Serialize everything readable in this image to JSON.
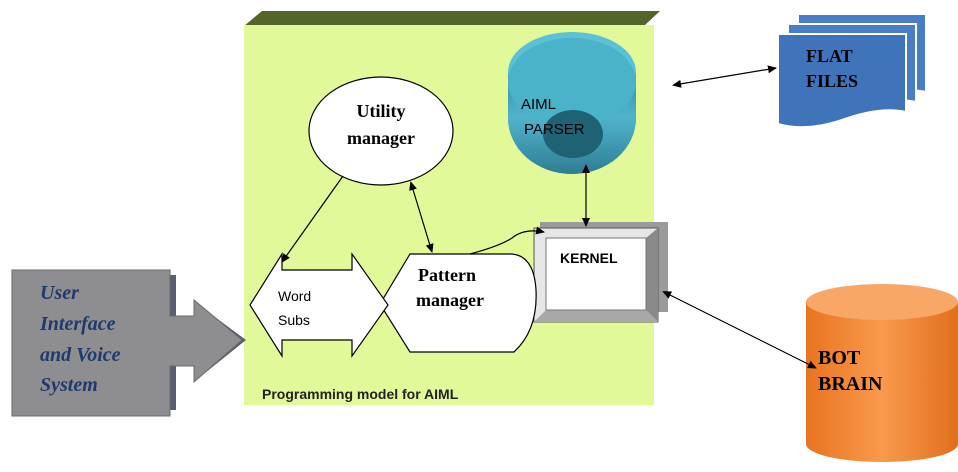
{
  "diagram": {
    "model_label": "Programming model for AIML",
    "utility_manager": [
      "Utility",
      "manager"
    ],
    "aiml_parser": [
      "AIML",
      "PARSER"
    ],
    "flat_files": [
      "FLAT",
      "FILES"
    ],
    "kernel": "KERNEL",
    "pattern_manager": [
      "Pattern",
      "manager"
    ],
    "word_subs": [
      "Word",
      "Subs"
    ],
    "user_interface": [
      "User",
      "Interface",
      "and Voice",
      "System"
    ],
    "bot_brain": [
      "BOT",
      "BRAIN"
    ]
  },
  "colors": {
    "model_box": "#e2f99a",
    "model_top": "#5a6a2a",
    "parser": "#44a0b8",
    "flat_files": "#4a7ec4",
    "bot_brain": "#f58a3a",
    "user_interface": "#8a8a8a"
  }
}
